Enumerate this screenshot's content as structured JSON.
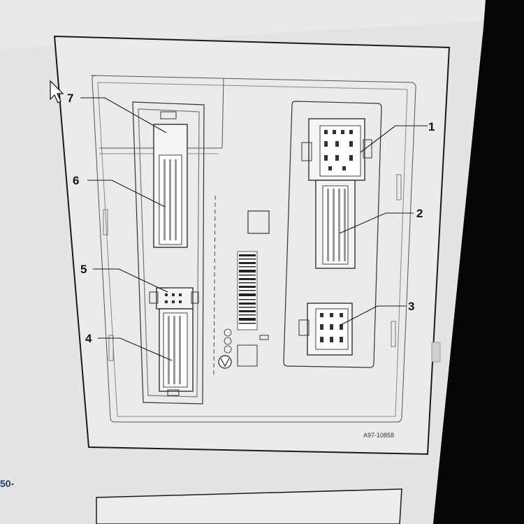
{
  "diagram": {
    "figure_id": "A97-10858",
    "callouts": [
      "1",
      "2",
      "3",
      "4",
      "5",
      "6",
      "7"
    ]
  },
  "page": {
    "bottom_fragment": "50-"
  },
  "colors": {
    "paper": "#e6e6e6",
    "line": "#1a1a1a",
    "link": "#1c3f7a"
  }
}
